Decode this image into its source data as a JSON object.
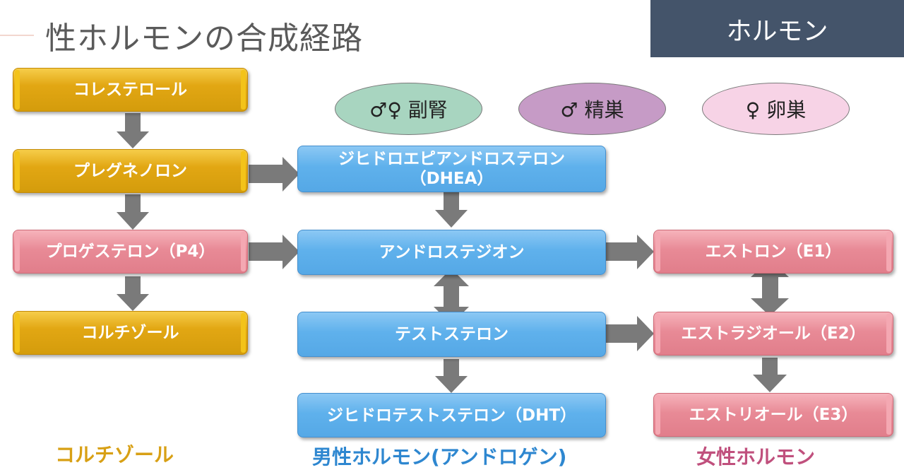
{
  "title": "性ホルモンの合成経路",
  "header_label": "ホルモン",
  "organs": {
    "adrenal": "♂♀ 副腎",
    "testis": "♂ 精巣",
    "ovary": "♀ 卵巣"
  },
  "colors": {
    "gold": "#e2a713",
    "pink": "#e88a96",
    "blue": "#5fb1ec",
    "adrenal_oval": "#a8d5c0",
    "testis_oval": "#c69bc6",
    "ovary_oval": "#f7d3e6",
    "header": "#44546a",
    "arrow": "#7a7a7a"
  },
  "cortisol_column": {
    "cholesterol": "コレステロール",
    "pregnenolone": "プレグネノロン",
    "progesterone": "プロゲステロン（P4）",
    "cortisol": "コルチゾール",
    "footer": "コルチゾール"
  },
  "androgen_column": {
    "dhea_line1": "ジヒドロエピアンドロステロン",
    "dhea_line2": "（DHEA）",
    "androstenedione": "アンドロステジオン",
    "testosterone": "テストステロン",
    "dht": "ジヒドロテストステロン（DHT）",
    "footer": "男性ホルモン(アンドロゲン)"
  },
  "estrogen_column": {
    "estrone": "エストロン（E1）",
    "estradiol": "エストラジオール（E2）",
    "estriol": "エストリオール（E3）",
    "footer": "女性ホルモン"
  }
}
